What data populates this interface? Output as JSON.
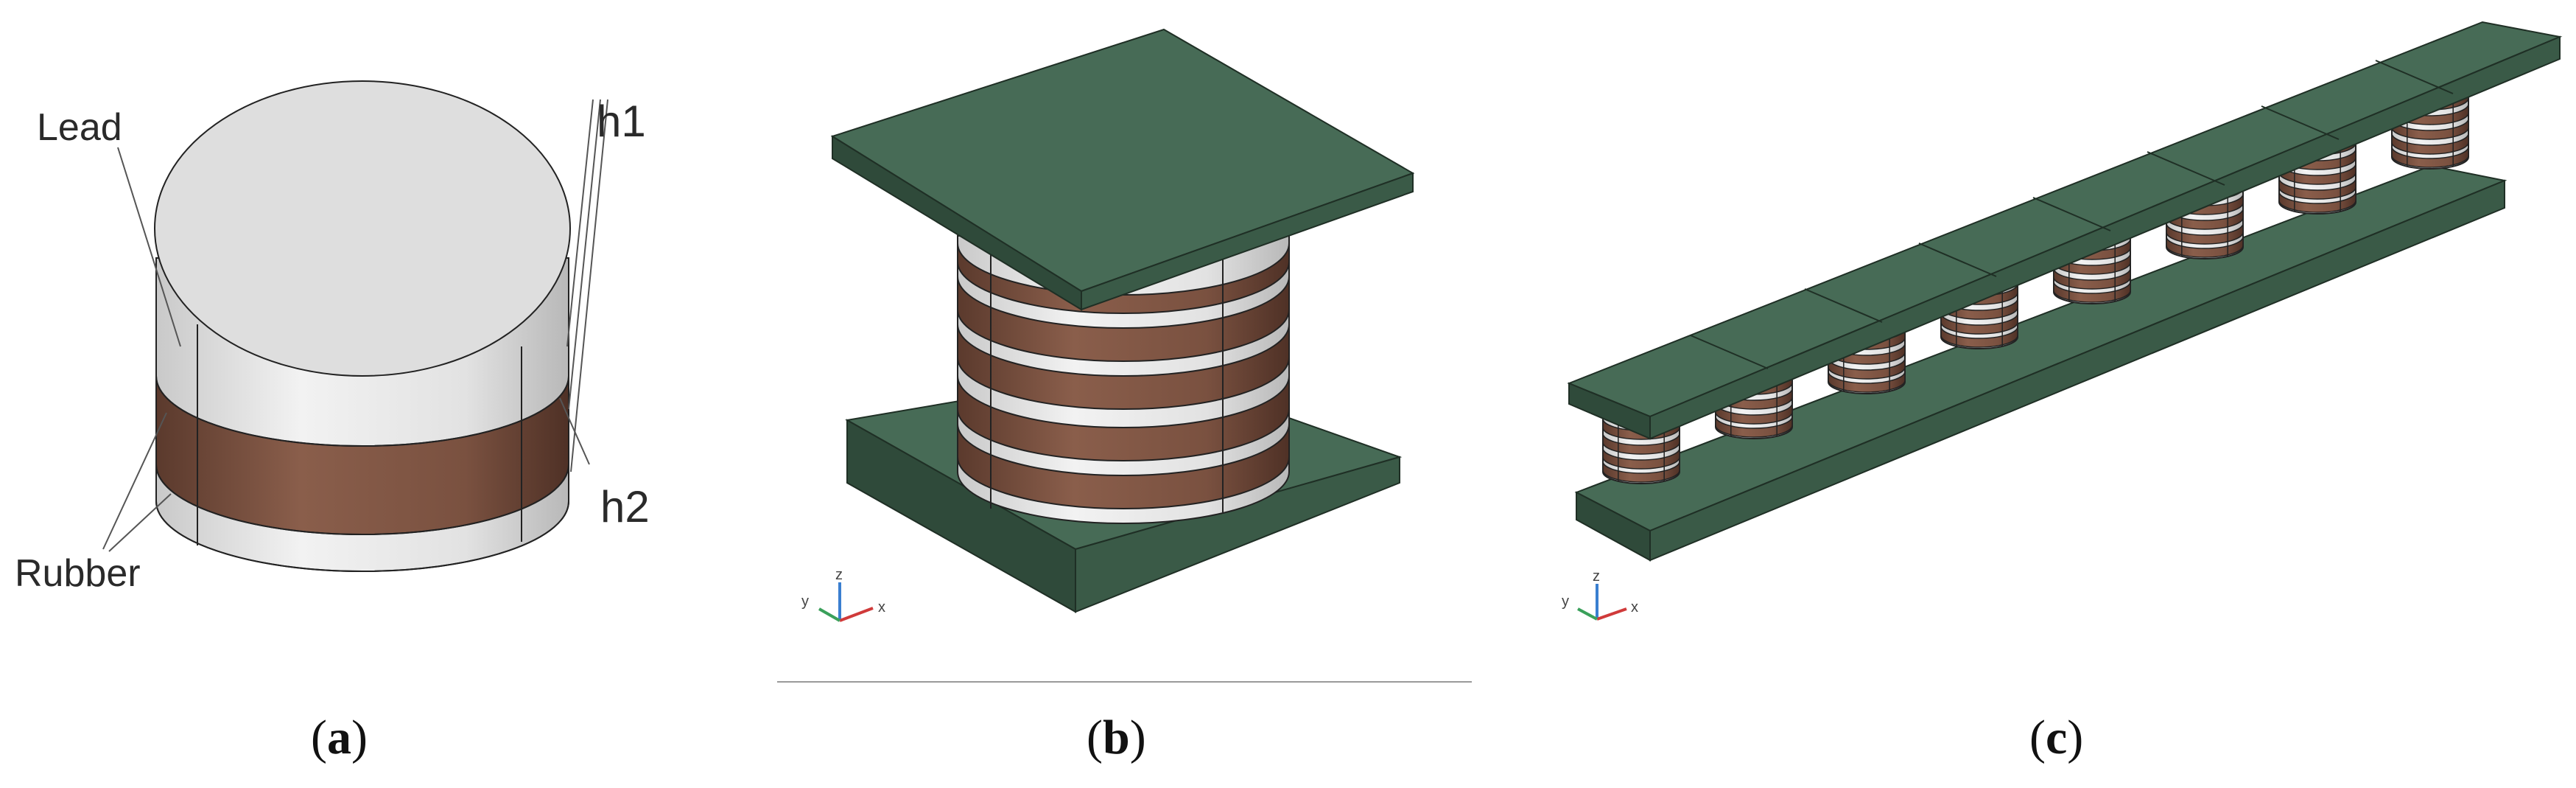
{
  "panel_a": {
    "labels": {
      "lead": "Lead",
      "rubber": "Rubber",
      "h1": "h1",
      "h2": "h2"
    }
  },
  "captions": {
    "a": {
      "open": "(",
      "letter": "a",
      "close": ")"
    },
    "b": {
      "open": "(",
      "letter": "b",
      "close": ")"
    },
    "c": {
      "open": "(",
      "letter": "c",
      "close": ")"
    }
  },
  "axes": {
    "x": "x",
    "y": "y",
    "z": "z"
  },
  "colors": {
    "plate_top": "#476b56",
    "plate_front": "#2f4a3a",
    "plate_side": "#3a5a47",
    "rubber_brown": "#7a5140",
    "rubber_dark": "#5b3a2d",
    "lead_light": "#dedede",
    "lead_shadow": "#b9b9b9",
    "outline": "#222222"
  }
}
